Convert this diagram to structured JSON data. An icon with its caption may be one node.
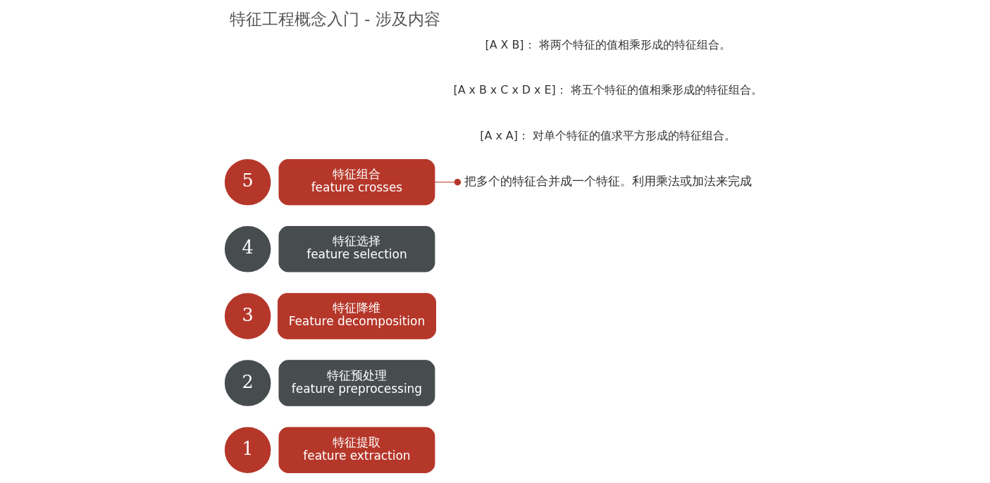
{
  "diagram": {
    "title": "特征工程概念入门 - 涉及内容",
    "nodes": [
      {
        "text": [
          "1"
        ]
      },
      {
        "text": [
          "特征提取",
          "feature extraction"
        ]
      },
      {
        "text": [
          "2"
        ]
      },
      {
        "text": [
          "特征预处理",
          "feature preprocessing"
        ]
      },
      {
        "text": [
          "3"
        ]
      },
      {
        "text": [
          "特征降维",
          "Feature decomposition"
        ]
      },
      {
        "text": [
          "4"
        ]
      },
      {
        "text": [
          "特征选择",
          "feature selection"
        ]
      },
      {
        "text": [
          "5"
        ]
      },
      {
        "text": [
          "特征组合",
          "feature crosses"
        ]
      },
      {
        "text": [
          "把多个的特征合并成一个特征。利用乘法或加法来完成"
        ]
      }
    ],
    "edges": [
      {
        "from": 9,
        "to": 10,
        "arrow": "other"
      }
    ],
    "labels": [
      "[A X B]： 将两个特征的值相乘形成的特征组合。",
      "[A x B x C x D x E]： 将五个特征的值相乘形成的特征组合。",
      "[A x A]： 对单个特征的值求平方形成的特征组合。"
    ]
  }
}
